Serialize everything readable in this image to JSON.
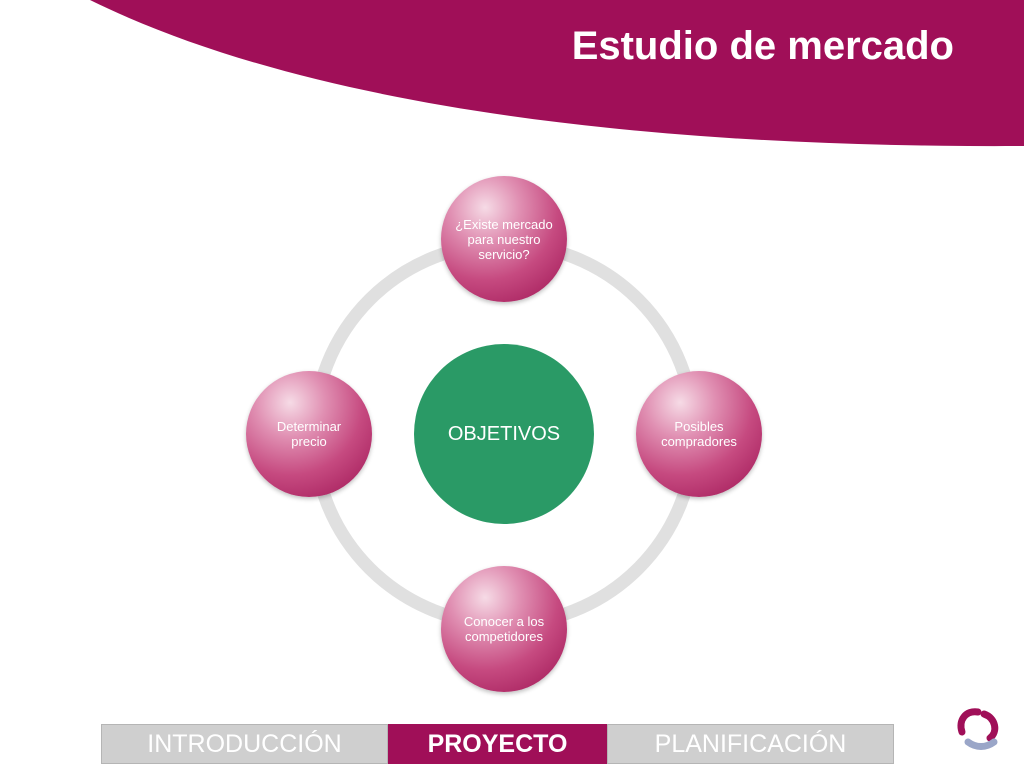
{
  "slide": {
    "title": "Estudio de mercado"
  },
  "colors": {
    "brand": "#a00f58",
    "center": "#2a9a66",
    "ring": "#e0e0e0",
    "tab_inactive": "#cfcfcf"
  },
  "diagram": {
    "center": "OBJETIVOS",
    "nodes": {
      "top": "¿Existe mercado para nuestro servicio?",
      "right": "Posibles compradores",
      "bottom": "Conocer a los competidores",
      "left": "Determinar precio"
    }
  },
  "nav": {
    "tabs": [
      "INTRODUCCIÓN",
      "PROYECTO",
      "PLANIFICACIÓN"
    ],
    "active": "PROYECTO"
  },
  "logo": {
    "icon": "brand-logo-icon"
  }
}
